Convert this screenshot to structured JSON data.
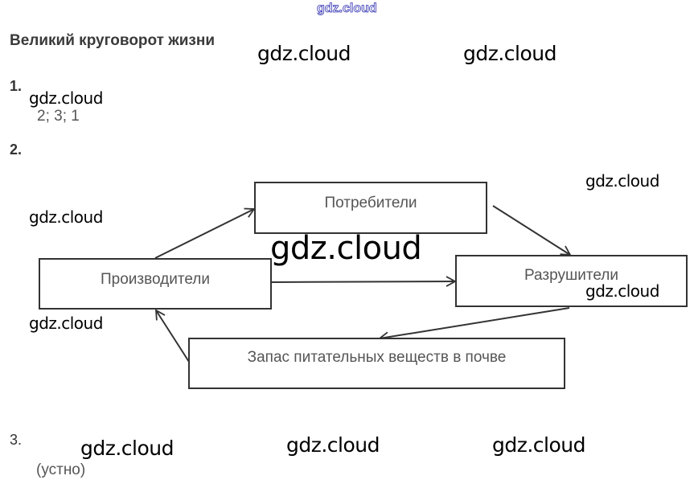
{
  "watermark_top": "gdz.cloud",
  "watermark": "gdz.cloud",
  "title": "Великий круговорот жизни",
  "task1": {
    "number": "1.",
    "answer": "2; 3; 1"
  },
  "task2": {
    "number": "2.",
    "diagram": {
      "nodes": {
        "consumers": "Потребители",
        "producers": "Производители",
        "decomposers": "Разрушители",
        "soil": "Запас питательных веществ в почве"
      },
      "edges": [
        {
          "from": "producers",
          "to": "consumers"
        },
        {
          "from": "consumers",
          "to": "decomposers"
        },
        {
          "from": "producers",
          "to": "decomposers"
        },
        {
          "from": "decomposers",
          "to": "soil"
        },
        {
          "from": "soil",
          "to": "producers"
        }
      ]
    }
  },
  "task3": {
    "number": "3.",
    "answer": "(устно)"
  }
}
